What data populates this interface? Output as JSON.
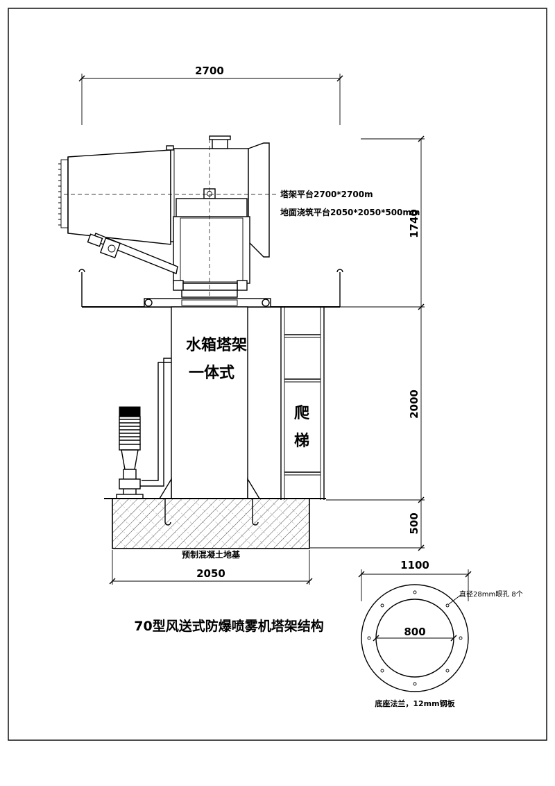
{
  "title": "70型风送式防爆喷雾机塔架结构",
  "dimensions": {
    "top_width": "2700",
    "height_upper": "1740",
    "height_tower": "2000",
    "height_foundation": "500",
    "foundation_width": "2050",
    "flange_outer": "1100",
    "flange_inner": "800"
  },
  "notes": {
    "platform": "塔架平台2700*2700m",
    "ground_platform": "地面浇筑平台2050*2050*500mm",
    "tower_label_line1": "水箱塔架",
    "tower_label_line2": "一体式",
    "ladder_char1": "爬",
    "ladder_char2": "梯",
    "foundation_label": "预制混凝土地基",
    "hole_note": "直径28mm眼孔  8个",
    "flange_caption": "底座法兰，12mm钢板"
  }
}
